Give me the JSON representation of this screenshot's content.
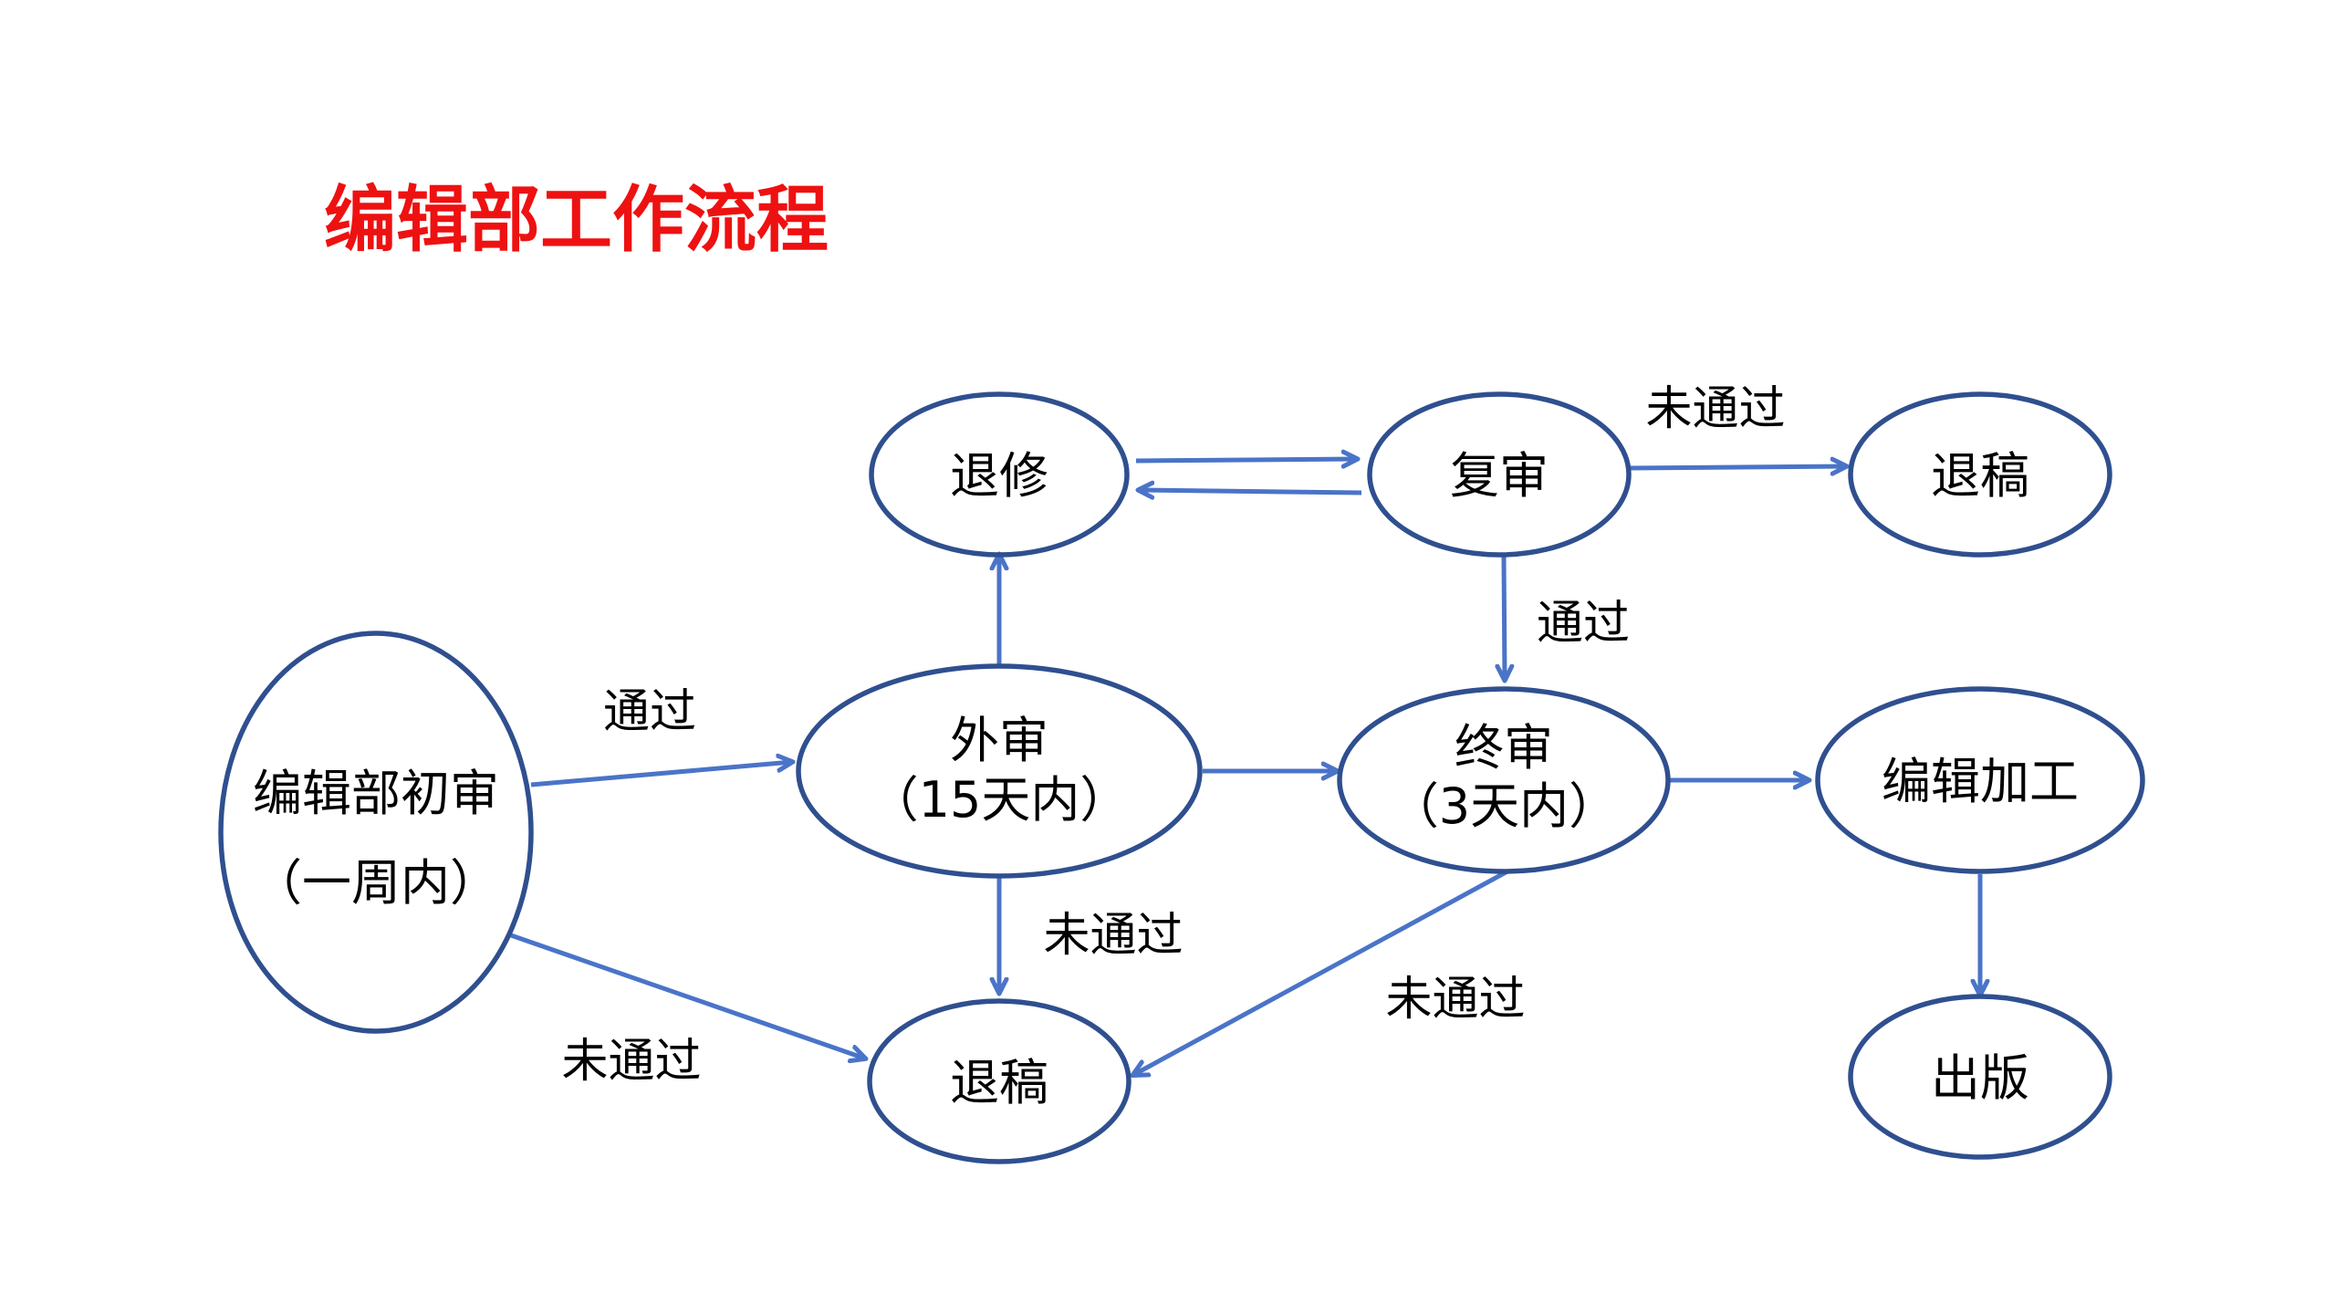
{
  "title": "编辑部工作流程",
  "colors": {
    "title": "#ee1111",
    "node_stroke": "#2f4f8f",
    "arrow": "#4a74c8",
    "background": "#ffffff"
  },
  "nodes": {
    "initial_review": {
      "line1": "编辑部初审",
      "line2": "（一周内）"
    },
    "external_review": {
      "line1": "外审",
      "line2": "（15天内）"
    },
    "revision": {
      "line1": "退修"
    },
    "re_review": {
      "line1": "复审"
    },
    "reject_top": {
      "line1": "退稿"
    },
    "final_review": {
      "line1": "终审",
      "line2": "（3天内）"
    },
    "editing": {
      "line1": "编辑加工"
    },
    "reject_bottom": {
      "line1": "退稿"
    },
    "publish": {
      "line1": "出版"
    }
  },
  "edge_labels": {
    "initial_pass": "通过",
    "initial_fail": "未通过",
    "external_fail": "未通过",
    "re_review_pass": "通过",
    "re_review_fail": "未通过",
    "final_fail": "未通过"
  }
}
